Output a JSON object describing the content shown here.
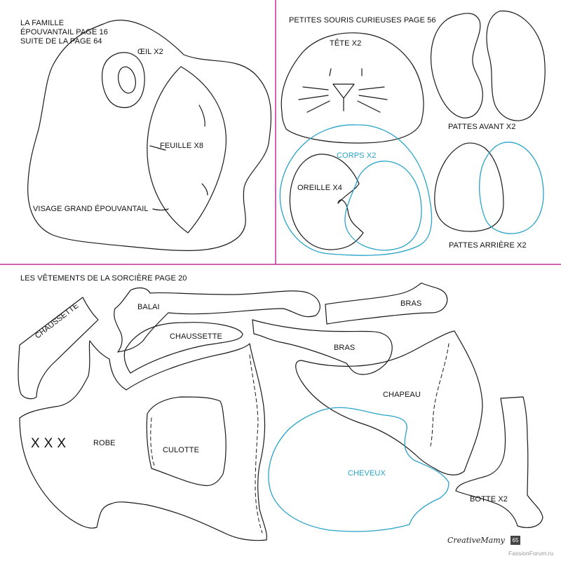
{
  "colors": {
    "outline": "#1a1a1a",
    "blue_outline": "#29a3c8",
    "divider": "#c0309a"
  },
  "sections": {
    "famille": {
      "header_line1": "LA FAMILLE",
      "header_line2": "ÉPOUVANTAIL PAGE 16",
      "header_line3": "SUITE DE LA PAGE 64",
      "oeil": "ŒIL X2",
      "feuille": "FEUILLE X8",
      "visage": "VISAGE GRAND ÉPOUVANTAIL"
    },
    "souris": {
      "header": "PETITES SOURIS CURIEUSES PAGE 56",
      "tete": "TÊTE X2",
      "pattes_avant": "PATTES AVANT X2",
      "corps": "CORPS X2",
      "oreille": "OREILLE X4",
      "pattes_arriere": "PATTES ARRIÈRE X2"
    },
    "sorciere": {
      "header": "LES VÊTEMENTS DE LA SORCIÈRE PAGE 20",
      "chaussette_left": "CHAUSSETTE",
      "balai": "BALAI",
      "chaussette": "CHAUSSETTE",
      "bras_top": "BRAS",
      "bras": "BRAS",
      "chapeau": "CHAPEAU",
      "robe": "ROBE",
      "robe_marks": "XXX",
      "culotte": "CULOTTE",
      "cheveux": "CHEVEUX",
      "botte": "BOTTE X2"
    }
  },
  "footer": {
    "brand": "CreativeMamy",
    "page_number": "65",
    "watermark": "FassionForum.ru"
  }
}
